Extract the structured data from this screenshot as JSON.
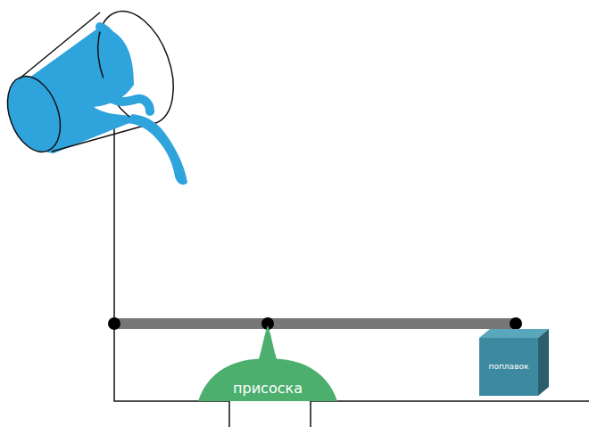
{
  "diagram": {
    "nodes": [
      {
        "text": [
          "присоска"
        ]
      },
      {
        "text": [
          "поплавок"
        ]
      }
    ],
    "edges": [
      {
        "from": 0,
        "to": 1,
        "arrow": "none"
      }
    ]
  }
}
